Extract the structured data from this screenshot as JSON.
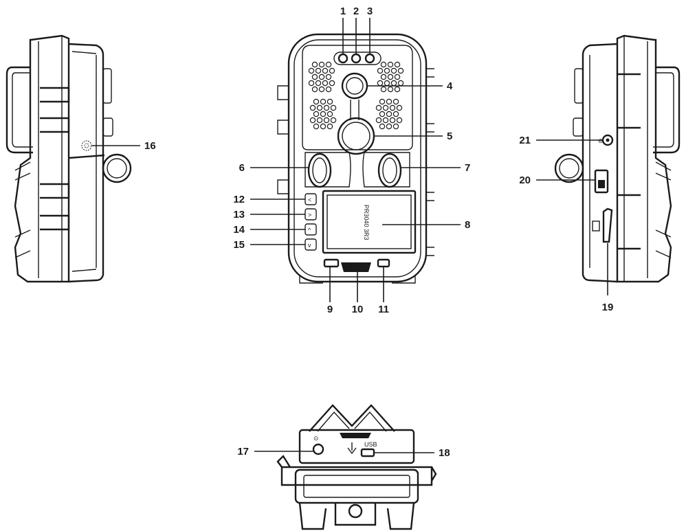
{
  "screen_text": "PR3040 3R3",
  "callouts": [
    {
      "num": "1"
    },
    {
      "num": "2"
    },
    {
      "num": "3"
    },
    {
      "num": "4"
    },
    {
      "num": "5"
    },
    {
      "num": "6"
    },
    {
      "num": "7"
    },
    {
      "num": "8"
    },
    {
      "num": "9"
    },
    {
      "num": "10"
    },
    {
      "num": "11"
    },
    {
      "num": "12"
    },
    {
      "num": "13"
    },
    {
      "num": "14"
    },
    {
      "num": "15"
    },
    {
      "num": "16"
    },
    {
      "num": "17"
    },
    {
      "num": "18"
    },
    {
      "num": "19"
    },
    {
      "num": "20"
    },
    {
      "num": "21"
    }
  ]
}
